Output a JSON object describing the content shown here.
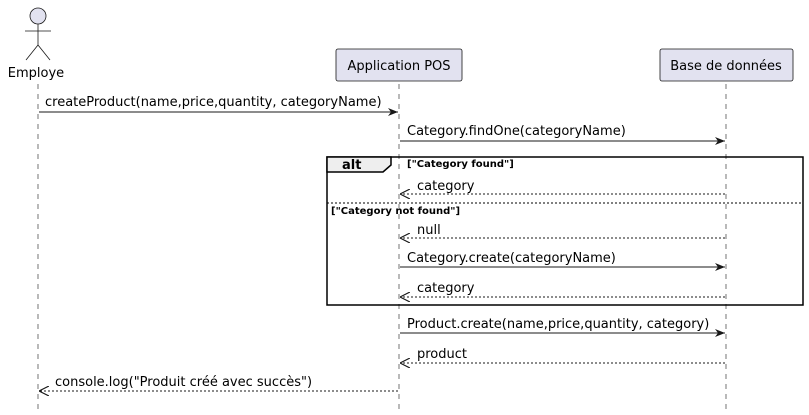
{
  "participants": {
    "actor": {
      "label": "Employe"
    },
    "app": {
      "label": "Application POS"
    },
    "db": {
      "label": "Base de données"
    }
  },
  "messages": [
    {
      "text": "createProduct(name,price,quantity, categoryName)"
    },
    {
      "text": "Category.findOne(categoryName)"
    },
    {
      "text": "category"
    },
    {
      "text": "null"
    },
    {
      "text": "Category.create(categoryName)"
    },
    {
      "text": "category"
    },
    {
      "text": "Product.create(name,price,quantity, category)"
    },
    {
      "text": "product"
    },
    {
      "text": "console.log(\"Produit créé avec succès\")"
    }
  ],
  "fragment": {
    "keyword": "alt",
    "guard1": "[\"Category found\"]",
    "guard2": "[\"Category not found\"]"
  },
  "colors": {
    "participant_fill": "#e2e2f0",
    "participant_stroke": "#181818",
    "line": "#181818"
  }
}
